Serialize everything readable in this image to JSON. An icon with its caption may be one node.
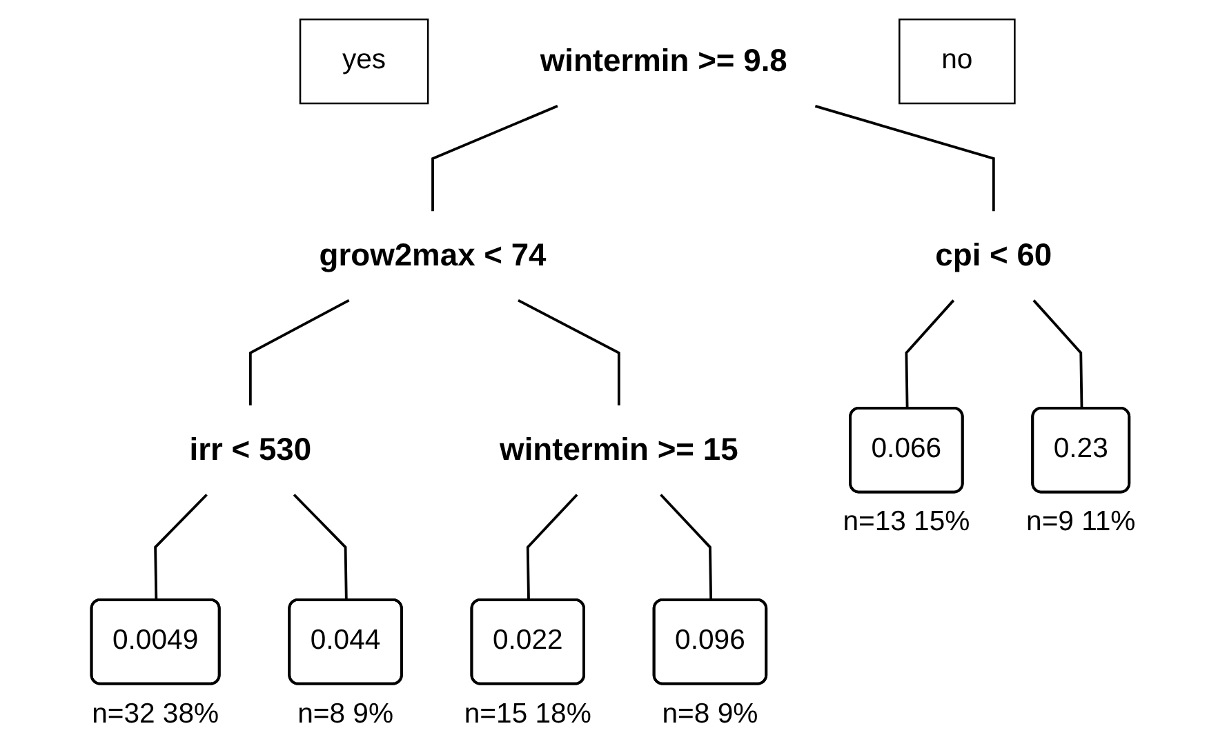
{
  "diagram": {
    "nodes": [
      {
        "text": [
          "yes"
        ]
      },
      {
        "text": [
          "wintermin >= 9.8"
        ]
      },
      {
        "text": [
          "no"
        ]
      },
      {
        "text": [
          "grow2max < 74"
        ]
      },
      {
        "text": [
          "cpi < 60"
        ]
      },
      {
        "text": [
          "irr < 530"
        ]
      },
      {
        "text": [
          "wintermin >= 15"
        ]
      },
      {
        "text": [
          "0.0049"
        ],
        "beside": [
          "n=32 38%"
        ]
      },
      {
        "text": [
          "0.044"
        ],
        "beside": [
          "n=8 9%"
        ]
      },
      {
        "text": [
          "0.022"
        ],
        "beside": [
          "n=15 18%"
        ]
      },
      {
        "text": [
          "0.096"
        ],
        "beside": [
          "n=8 9%"
        ]
      },
      {
        "text": [
          "0.066"
        ],
        "beside": [
          "n=13 15%"
        ]
      },
      {
        "text": [
          "0.23"
        ],
        "beside": [
          "n=9 11%"
        ]
      }
    ],
    "edges": [
      {
        "from": 1,
        "to": 3,
        "arrow": "none"
      },
      {
        "from": 1,
        "to": 4,
        "arrow": "none"
      },
      {
        "from": 3,
        "to": 5,
        "arrow": "none"
      },
      {
        "from": 3,
        "to": 6,
        "arrow": "none"
      },
      {
        "from": 5,
        "to": 7,
        "arrow": "none"
      },
      {
        "from": 5,
        "to": 8,
        "arrow": "none"
      },
      {
        "from": 6,
        "to": 9,
        "arrow": "none"
      },
      {
        "from": 6,
        "to": 10,
        "arrow": "none"
      },
      {
        "from": 4,
        "to": 11,
        "arrow": "none"
      },
      {
        "from": 4,
        "to": 12,
        "arrow": "none"
      }
    ]
  }
}
